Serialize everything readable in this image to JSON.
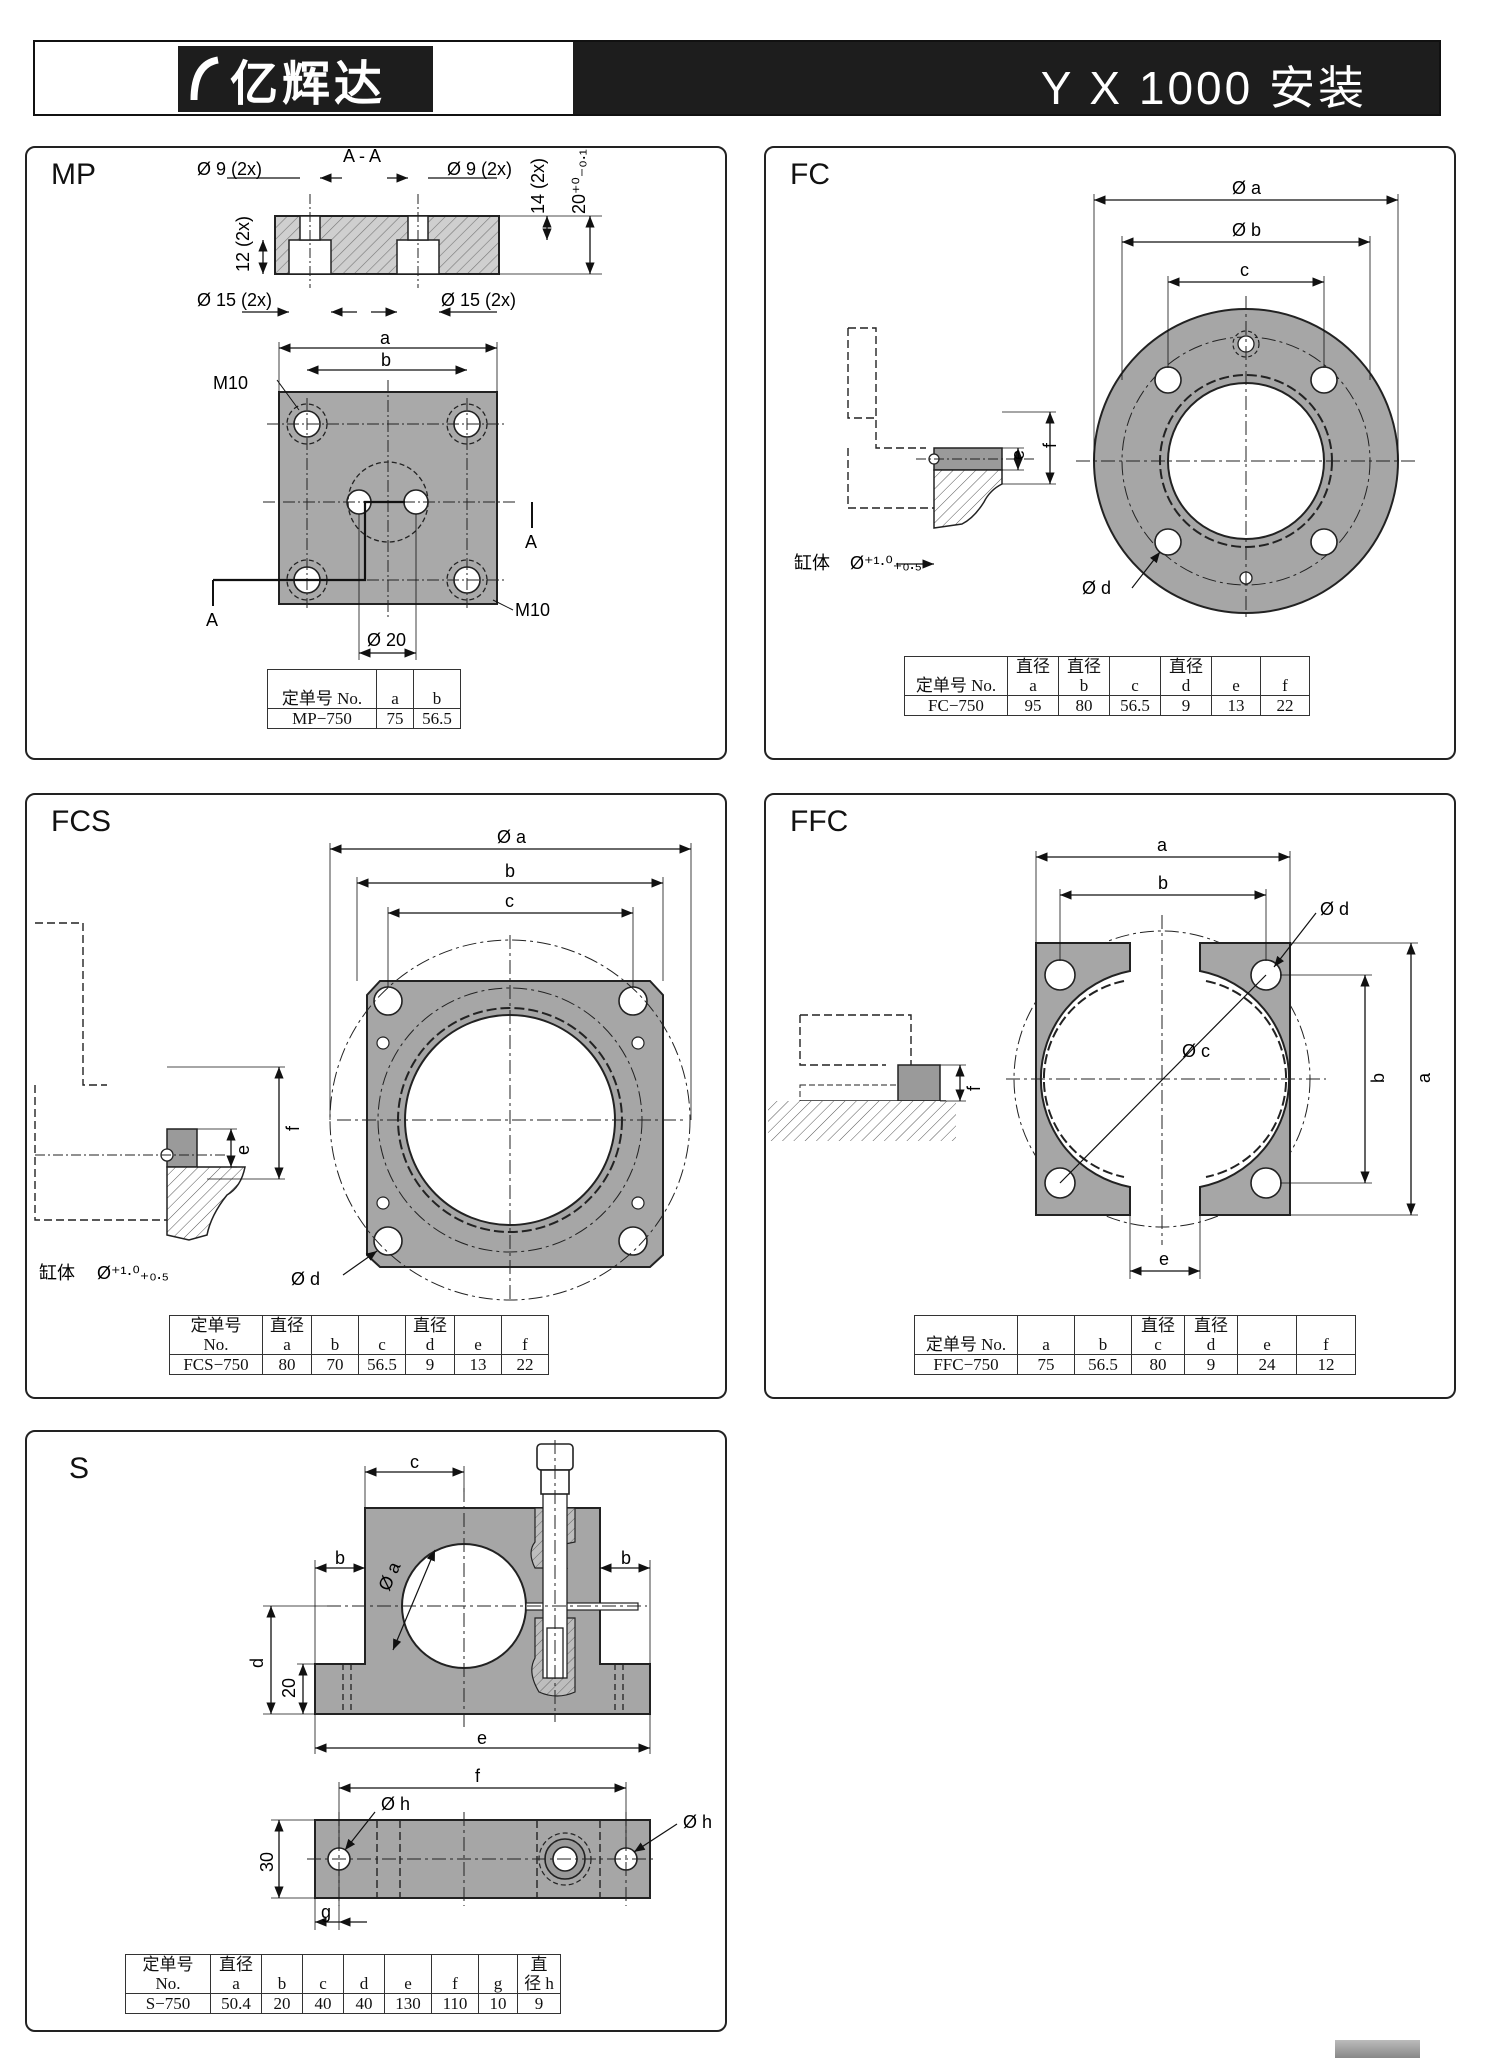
{
  "header": {
    "brand": "亿辉达",
    "title": "Y X 1000 安装"
  },
  "panels": {
    "mp": {
      "title": "MP",
      "labels": {
        "section": "A - A",
        "d9_left": "Ø 9 (2x)",
        "d9_right": "Ø 9 (2x)",
        "d15_left": "Ø 15 (2x)",
        "d15_right": "Ø 15 (2x)",
        "h12": "12 (2x)",
        "h14": "14 (2x)",
        "h20": "20⁺⁰₋₀.₁",
        "a": "a",
        "b": "b",
        "m10_top": "M10",
        "m10_bottom": "M10",
        "sec_a1": "A",
        "sec_a2": "A",
        "d20": "Ø 20"
      },
      "table": {
        "headers": [
          "定单号 No.",
          "a",
          "b"
        ],
        "rows": [
          [
            "MP−750",
            "75",
            "56.5"
          ]
        ]
      }
    },
    "fc": {
      "title": "FC",
      "labels": {
        "a": "Ø a",
        "b": "Ø b",
        "c": "c",
        "d": "Ø d",
        "e": "e",
        "f": "f",
        "cyl": "缸体",
        "tol": "Ø⁺¹·⁰₊₀.₅"
      },
      "table": {
        "headers": [
          "定单号 No.",
          "直径 a",
          "直径 b",
          "c",
          "直径 d",
          "e",
          "f"
        ],
        "rows": [
          [
            "FC−750",
            "95",
            "80",
            "56.5",
            "9",
            "13",
            "22"
          ]
        ]
      }
    },
    "fcs": {
      "title": "FCS",
      "labels": {
        "a": "Ø a",
        "b": "b",
        "c": "c",
        "d": "Ø d",
        "e": "e",
        "f": "f",
        "cyl": "缸体",
        "tol": "Ø⁺¹·⁰₊₀.₅"
      },
      "table": {
        "headers": [
          "定单号 No.",
          "直径 a",
          "b",
          "c",
          "直径 d",
          "e",
          "f"
        ],
        "rows": [
          [
            "FCS−750",
            "80",
            "70",
            "56.5",
            "9",
            "13",
            "22"
          ]
        ]
      }
    },
    "ffc": {
      "title": "FFC",
      "labels": {
        "a": "a",
        "b": "b",
        "c": "Ø c",
        "d": "Ø d",
        "e": "e",
        "f": "f",
        "b_v": "b",
        "a_v": "a"
      },
      "table": {
        "headers": [
          "定单号 No.",
          "a",
          "b",
          "直径 c",
          "直径 d",
          "e",
          "f"
        ],
        "rows": [
          [
            "FFC−750",
            "75",
            "56.5",
            "80",
            "9",
            "24",
            "12"
          ]
        ]
      }
    },
    "s": {
      "title": "S",
      "labels": {
        "c": "c",
        "a": "Ø a",
        "b_left": "b",
        "b_right": "b",
        "d": "d",
        "h20": "20",
        "e": "e",
        "f": "f",
        "h_left": "Ø h",
        "h_right": "Ø h",
        "h30": "30",
        "g": "g"
      },
      "table": {
        "headers": [
          "定单号 No.",
          "直径 a",
          "b",
          "c",
          "d",
          "e",
          "f",
          "g",
          "直径 h"
        ],
        "rows": [
          [
            "S−750",
            "50.4",
            "20",
            "40",
            "40",
            "130",
            "110",
            "10",
            "9"
          ]
        ]
      }
    }
  }
}
